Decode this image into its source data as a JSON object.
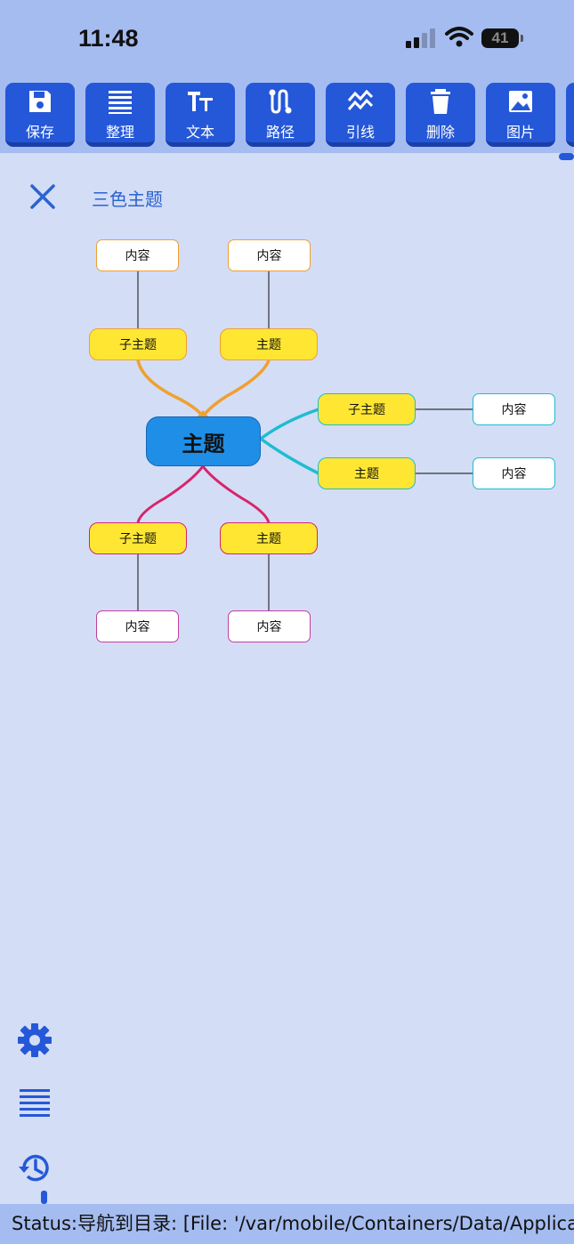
{
  "status_bar": {
    "time": "11:48",
    "battery": "41"
  },
  "toolbar": {
    "items": [
      {
        "label": "保存",
        "icon": "save-icon"
      },
      {
        "label": "整理",
        "icon": "list-icon"
      },
      {
        "label": "文本",
        "icon": "text-icon"
      },
      {
        "label": "路径",
        "icon": "path-icon"
      },
      {
        "label": "引线",
        "icon": "leader-line-icon"
      },
      {
        "label": "删除",
        "icon": "trash-icon"
      },
      {
        "label": "图片",
        "icon": "image-icon"
      }
    ]
  },
  "header": {
    "title": "三色主题"
  },
  "mindmap": {
    "central": "主题",
    "branches": {
      "top_left": {
        "topic": "子主题",
        "content": "内容"
      },
      "top_right": {
        "topic": "主题",
        "content": "内容"
      },
      "right_upper": {
        "topic": "子主题",
        "content": "内容"
      },
      "right_lower": {
        "topic": "主题",
        "content": "内容"
      },
      "bottom_left": {
        "topic": "子主题",
        "content": "内容"
      },
      "bottom_right": {
        "topic": "主题",
        "content": "内容"
      }
    },
    "colors": {
      "top": "#f0a030",
      "right": "#1fbcd0",
      "bottom": "#d8246a",
      "topic_fill": "#ffe633",
      "central_fill": "#1f8ee6"
    }
  },
  "sidebar": {
    "icons": [
      "gear-icon",
      "list-icon",
      "history-icon"
    ]
  },
  "statusline": {
    "text": "Status:导航到目录: [File: '/var/mobile/Containers/Data/Applica"
  }
}
